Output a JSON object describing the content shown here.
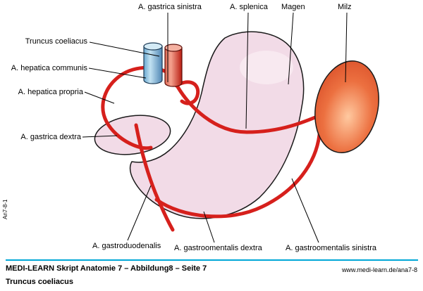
{
  "labels": {
    "gastrica_sinistra": "A. gastrica sinistra",
    "splenica": "A. splenica",
    "magen": "Magen",
    "milz": "Milz",
    "truncus_coeliacus": "Truncus coeliacus",
    "hepatica_communis": "A. hepatica communis",
    "hepatica_propria": "A. hepatica propria",
    "gastrica_dextra": "A. gastrica dextra",
    "gastroduodenalis": "A. gastroduodenalis",
    "gastroomentalis_dextra": "A. gastroomentalis dextra",
    "gastroomentalis_sinistra": "A. gastroomentalis sinistra"
  },
  "footer": {
    "source": "MEDI-LEARN Skript Anatomie 7 – Abbildung8 – Seite 7",
    "url": "www.medi-learn.de/ana7-8",
    "title": "Truncus coeliacus"
  },
  "side_code": "An7-8-1",
  "colors": {
    "artery_red": "#d6201c",
    "stomach_pink": "#f2dbe7",
    "spleen_orange": "#e8744a",
    "vein_blue": "#6aa8d0",
    "footer_rule_blue": "#00a7d7",
    "leader_line": "#000000"
  }
}
